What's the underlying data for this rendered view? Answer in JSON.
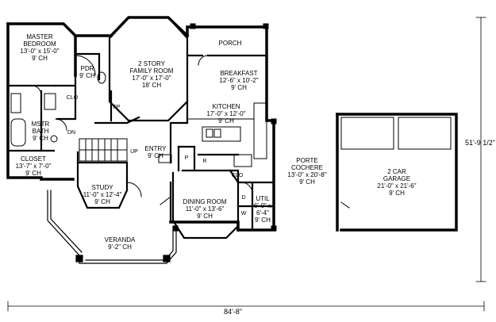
{
  "rooms": {
    "master_bedroom": {
      "name": "MASTER",
      "name2": "BEDROOM",
      "size": "13'-0\" x 15'-0\"",
      "ceiling": "9' CH"
    },
    "family_room": {
      "name": "2 STORY",
      "name2": "FAMILY ROOM",
      "size": "17'-0\" x 17'-0\"",
      "ceiling": "18' CH"
    },
    "porch": {
      "name": "PORCH"
    },
    "breakfast": {
      "name": "BREAKFAST",
      "size": "12'-6\" x 10'-2\"",
      "ceiling": "9' CH"
    },
    "kitchen": {
      "name": "KITCHEN",
      "size": "17'-0\" x 12'-0\"",
      "ceiling": "9' CH"
    },
    "pdr": {
      "name": "PDR",
      "ceiling": "9' CH"
    },
    "fp": {
      "name": "FP"
    },
    "clo_master": {
      "name": "CLO"
    },
    "mstr_bath": {
      "name": "MSTR",
      "name2": "BATH",
      "ceiling": "9' CH"
    },
    "dn": {
      "name": "DN"
    },
    "closet": {
      "name": "CLOSET",
      "size": "13'-7\" x 7'-0\"",
      "ceiling": "9' CH"
    },
    "up": {
      "name": "UP"
    },
    "entry": {
      "name": "ENTRY",
      "ceiling": "9' CH"
    },
    "p": {
      "name": "P"
    },
    "r": {
      "name": "R"
    },
    "study": {
      "name": "STUDY",
      "size": "11'-0\" x 12'-4\"",
      "ceiling": "9' CH"
    },
    "dining": {
      "name": "DINING ROOM",
      "size": "11'-0\" x 13'-6\"",
      "ceiling": "9' CH"
    },
    "clo_util": {
      "name": "CLO"
    },
    "d": {
      "name": "D"
    },
    "w": {
      "name": "W"
    },
    "util": {
      "name": "UTIL",
      "size1": "6'-0\" x",
      "size2": "6'-4\"",
      "ceiling": "9' CH"
    },
    "porte_cochere": {
      "name": "PORTE",
      "name2": "COCHERE",
      "size": "13'-0\" x 20'-8\"",
      "ceiling": "9' CH"
    },
    "garage": {
      "name": "2 CAR",
      "name2": "GARAGE",
      "size": "21'-0\" x 21'-6\"",
      "ceiling": "9' CH"
    },
    "veranda": {
      "name": "VERANDA",
      "ceiling": "9'-2\" CH"
    }
  },
  "dimensions": {
    "width": "84'-8\"",
    "depth": "51'-9 1/2\""
  }
}
